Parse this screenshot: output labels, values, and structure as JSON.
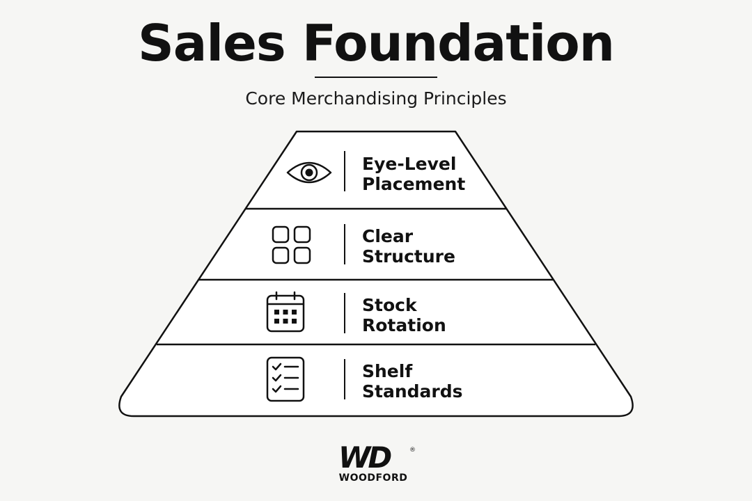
{
  "header": {
    "title": "Sales Foundation",
    "subtitle": "Core Merchandising Principles"
  },
  "pyramid": {
    "tiers": [
      {
        "line1": "Eye-Level",
        "line2": "Placement",
        "icon": "eye-icon"
      },
      {
        "line1": "Clear",
        "line2": "Structure",
        "icon": "grid-icon"
      },
      {
        "line1": "Stock",
        "line2": "Rotation",
        "icon": "calendar-icon"
      },
      {
        "line1": "Shelf",
        "line2": "Standards",
        "icon": "checklist-icon"
      }
    ]
  },
  "brand": {
    "mark": "WD",
    "registered": "®",
    "name": "WOODFORD"
  },
  "colors": {
    "background": "#f6f6f4",
    "ink": "#111111",
    "fill": "#ffffff"
  }
}
